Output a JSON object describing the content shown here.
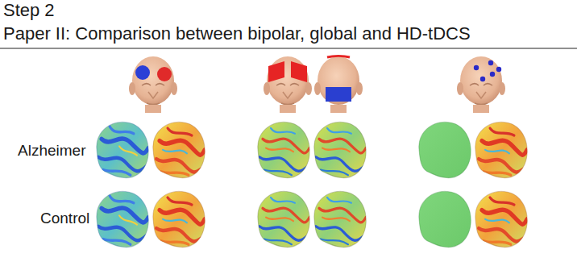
{
  "diagram": {
    "title": "Step 2",
    "labels": [
      "Paper II: Comparison between bipolar, global and HD-tDCS",
      "Alzheimer",
      "Control"
    ]
  }
}
